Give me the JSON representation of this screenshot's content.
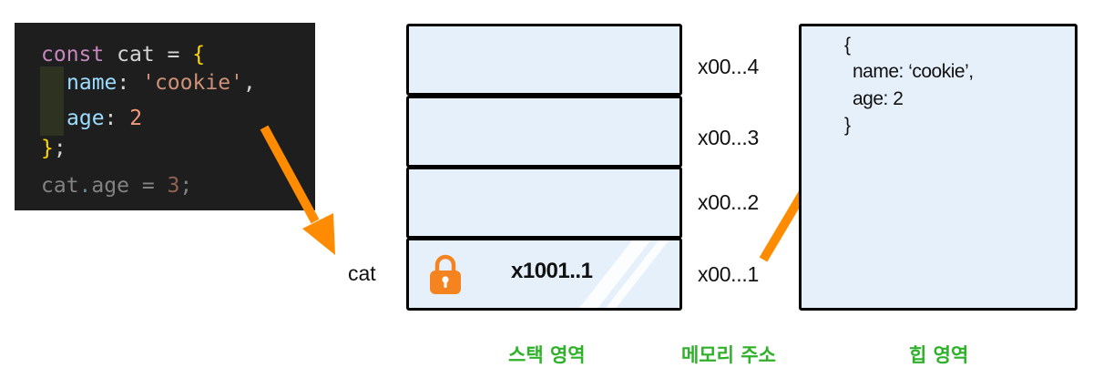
{
  "code": {
    "line1": {
      "kw": "const",
      "ident": "cat",
      "op": "=",
      "brace": "{"
    },
    "line2": {
      "prop": "name",
      "colon": ":",
      "str": "'cookie'",
      "comma": ","
    },
    "line3": {
      "prop": "age",
      "colon": ":",
      "num": "2"
    },
    "line4": {
      "brace": "}",
      "semi": ";"
    },
    "line5": {
      "obj": "cat",
      "dot": ".",
      "prop": "age",
      "op": "=",
      "num": "3",
      "semi": ";"
    }
  },
  "stack": {
    "variable_name": "cat",
    "pointer_value": "x1001..1",
    "lock_icon": "lock-icon"
  },
  "addresses": [
    "x00...4",
    "x00...3",
    "x00...2",
    "x00...1"
  ],
  "heap": {
    "lines": [
      "{",
      "name: ‘cookie’,",
      "age: 2",
      "}"
    ]
  },
  "captions": {
    "stack": "스택 영역",
    "address": "메모리 주소",
    "heap": "힙 영역"
  },
  "colors": {
    "code_background": "#1e1e1e",
    "cell_fill": "#e6f0fb",
    "arrow": "#ff8c00",
    "lock": "#f5831f",
    "caption": "#2fb12a"
  }
}
